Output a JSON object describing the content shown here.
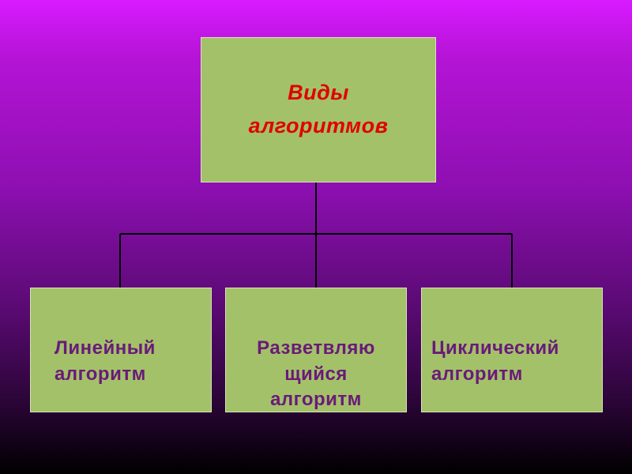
{
  "diagram": {
    "root": {
      "label": "Виды\nалгоритмов"
    },
    "children": [
      {
        "label": "Линейный\nалгоритм"
      },
      {
        "label": "Разветвляю\nщийся\nалгоритм"
      },
      {
        "label": "Циклический\nалгоритм"
      }
    ]
  },
  "colors": {
    "box_fill": "#a3c169",
    "root_text": "#e00000",
    "child_text": "#6a1a7a",
    "connector": "#000000",
    "background_top": "#d81aff",
    "background_bottom": "#000000"
  }
}
